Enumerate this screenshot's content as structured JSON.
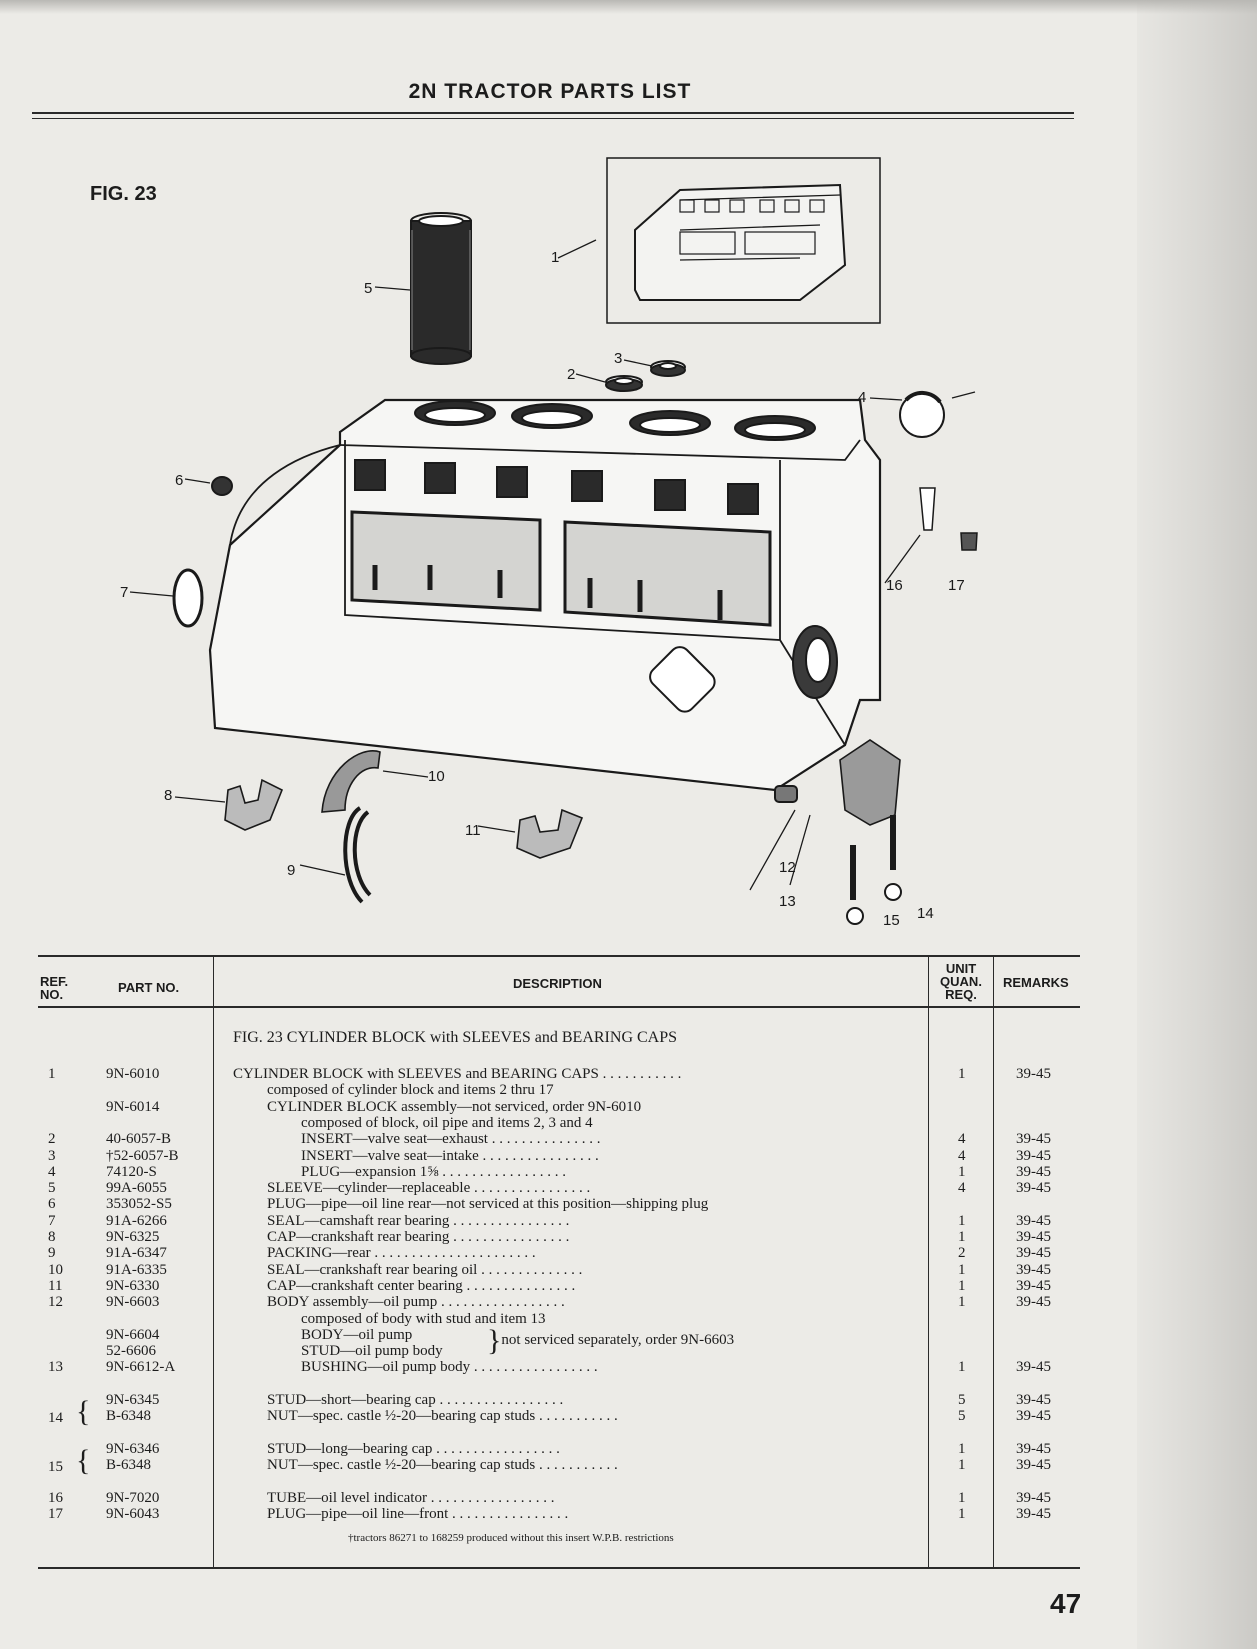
{
  "header": {
    "title": "2N TRACTOR PARTS LIST"
  },
  "figure": {
    "label": "FIG. 23",
    "callouts": [
      "1",
      "2",
      "3",
      "4",
      "5",
      "6",
      "7",
      "8",
      "9",
      "10",
      "11",
      "12",
      "13",
      "14",
      "15",
      "16",
      "17"
    ]
  },
  "table": {
    "headers": {
      "ref": [
        "REF.",
        "NO."
      ],
      "part": "PART NO.",
      "desc": "DESCRIPTION",
      "qty": [
        "UNIT",
        "QUAN.",
        "REQ."
      ],
      "remarks": "REMARKS"
    },
    "section_title": "FIG. 23 CYLINDER BLOCK with SLEEVES and BEARING CAPS",
    "rows": [
      {
        "ref": "1",
        "part": "9N-6010",
        "desc": "CYLINDER BLOCK with SLEEVES and BEARING CAPS . . . . . . . . . . .",
        "qty": "1",
        "remarks": "39-45"
      },
      {
        "ref": "",
        "part": "",
        "desc": "composed of cylinder block and items 2 thru 17",
        "qty": "",
        "remarks": ""
      },
      {
        "ref": "",
        "part": "9N-6014",
        "desc": "CYLINDER BLOCK assembly—not serviced, order 9N-6010",
        "qty": "",
        "remarks": ""
      },
      {
        "ref": "",
        "part": "",
        "desc": "composed of block, oil pipe and items 2, 3 and 4",
        "qty": "",
        "remarks": ""
      },
      {
        "ref": "2",
        "part": "40-6057-B",
        "desc": "INSERT—valve seat—exhaust . . . . . . . . . . . . . . .",
        "qty": "4",
        "remarks": "39-45"
      },
      {
        "ref": "3",
        "part": "†52-6057-B",
        "desc": "INSERT—valve seat—intake . . . . . . . . . . . . . . . .",
        "qty": "4",
        "remarks": "39-45"
      },
      {
        "ref": "4",
        "part": "74120-S",
        "desc": "PLUG—expansion 1⅝ . . . . . . . . . . . . . . . . .",
        "qty": "1",
        "remarks": "39-45"
      },
      {
        "ref": "5",
        "part": "99A-6055",
        "desc": "SLEEVE—cylinder—replaceable . . . . . . . . . . . . . . . .",
        "qty": "4",
        "remarks": "39-45"
      },
      {
        "ref": "6",
        "part": "353052-S5",
        "desc": "PLUG—pipe—oil line rear—not serviced at this position—shipping plug",
        "qty": "",
        "remarks": ""
      },
      {
        "ref": "7",
        "part": "91A-6266",
        "desc": "SEAL—camshaft rear bearing . . . . . . . . . . . . . . . .",
        "qty": "1",
        "remarks": "39-45"
      },
      {
        "ref": "8",
        "part": "9N-6325",
        "desc": "CAP—crankshaft rear bearing . . . . . . . . . . . . . . . .",
        "qty": "1",
        "remarks": "39-45"
      },
      {
        "ref": "9",
        "part": "91A-6347",
        "desc": "PACKING—rear . . . . . . . . . . . . . . . . . . . . . .",
        "qty": "2",
        "remarks": "39-45"
      },
      {
        "ref": "10",
        "part": "91A-6335",
        "desc": "SEAL—crankshaft rear bearing oil . . . . . . . . . . . . . .",
        "qty": "1",
        "remarks": "39-45"
      },
      {
        "ref": "11",
        "part": "9N-6330",
        "desc": "CAP—crankshaft center bearing . . . . . . . . . . . . . . .",
        "qty": "1",
        "remarks": "39-45"
      },
      {
        "ref": "12",
        "part": "9N-6603",
        "desc": "BODY assembly—oil pump . . . . . . . . . . . . . . . . .",
        "qty": "1",
        "remarks": "39-45"
      },
      {
        "ref": "",
        "part": "",
        "desc": "composed of body with stud and item 13",
        "qty": "",
        "remarks": ""
      },
      {
        "ref": "",
        "part": "9N-6604",
        "desc": "BODY—oil pump",
        "qty": "",
        "remarks": ""
      },
      {
        "ref": "",
        "part": "52-6606",
        "desc": "STUD—oil pump body",
        "qty": "",
        "remarks": ""
      },
      {
        "ref": "13",
        "part": "9N-6612-A",
        "desc": "BUSHING—oil pump body . . . . . . . . . . . . . . . . .",
        "qty": "1",
        "remarks": "39-45"
      },
      {
        "ref": "",
        "part": "",
        "desc": "",
        "qty": "",
        "remarks": ""
      },
      {
        "ref": "",
        "part": "9N-6345",
        "desc": "STUD—short—bearing cap . . . . . . . . . . . . . . . . .",
        "qty": "5",
        "remarks": "39-45"
      },
      {
        "ref": "",
        "part": "B-6348",
        "desc": "NUT—spec. castle ½-20—bearing cap studs . . . . . . . . . . .",
        "qty": "5",
        "remarks": "39-45"
      },
      {
        "ref": "",
        "part": "",
        "desc": "",
        "qty": "",
        "remarks": ""
      },
      {
        "ref": "",
        "part": "9N-6346",
        "desc": "STUD—long—bearing cap . . . . . . . . . . . . . . . . .",
        "qty": "1",
        "remarks": "39-45"
      },
      {
        "ref": "",
        "part": "B-6348",
        "desc": "NUT—spec. castle ½-20—bearing cap studs . . . . . . . . . . .",
        "qty": "1",
        "remarks": "39-45"
      },
      {
        "ref": "",
        "part": "",
        "desc": "",
        "qty": "",
        "remarks": ""
      },
      {
        "ref": "16",
        "part": "9N-7020",
        "desc": "TUBE—oil level indicator . . . . . . . . . . . . . . . . .",
        "qty": "1",
        "remarks": "39-45"
      },
      {
        "ref": "17",
        "part": "9N-6043",
        "desc": "PLUG—pipe—oil line—front . . . . . . . . . . . . . . . .",
        "qty": "1",
        "remarks": "39-45"
      }
    ],
    "brace_refs": [
      "14",
      "15"
    ],
    "brace_note": "not serviced separately, order 9N-6603",
    "footnote": "†tractors  86271 to 168259 produced without this insert   W.P.B. restrictions"
  },
  "page_number": "47"
}
